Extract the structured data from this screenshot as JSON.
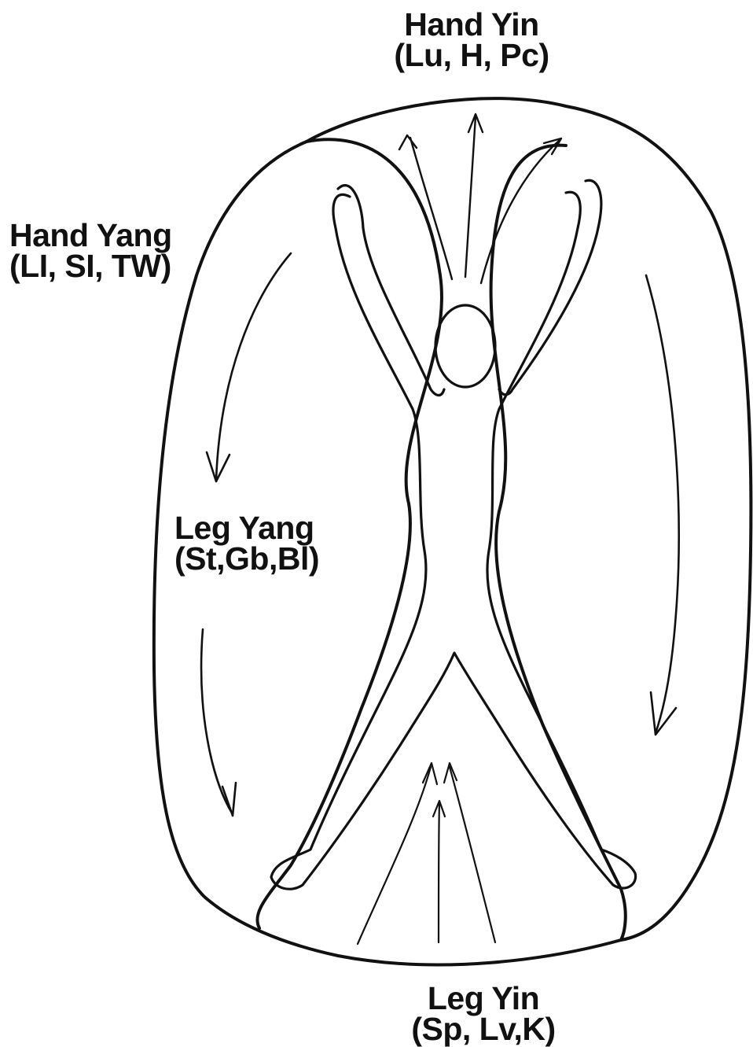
{
  "labels": {
    "hand_yin": {
      "title": "Hand Yin",
      "meridians": "(Lu, H, Pc)"
    },
    "hand_yang": {
      "title": "Hand Yang",
      "meridians": "(LI, SI, TW)"
    },
    "leg_yang": {
      "title": "Leg Yang",
      "meridians": "(St,Gb,Bl)"
    },
    "leg_yin": {
      "title": "Leg Yin",
      "meridians": "(Sp, Lv,K)"
    }
  },
  "style": {
    "line_color": "#111111",
    "background": "#ffffff"
  }
}
